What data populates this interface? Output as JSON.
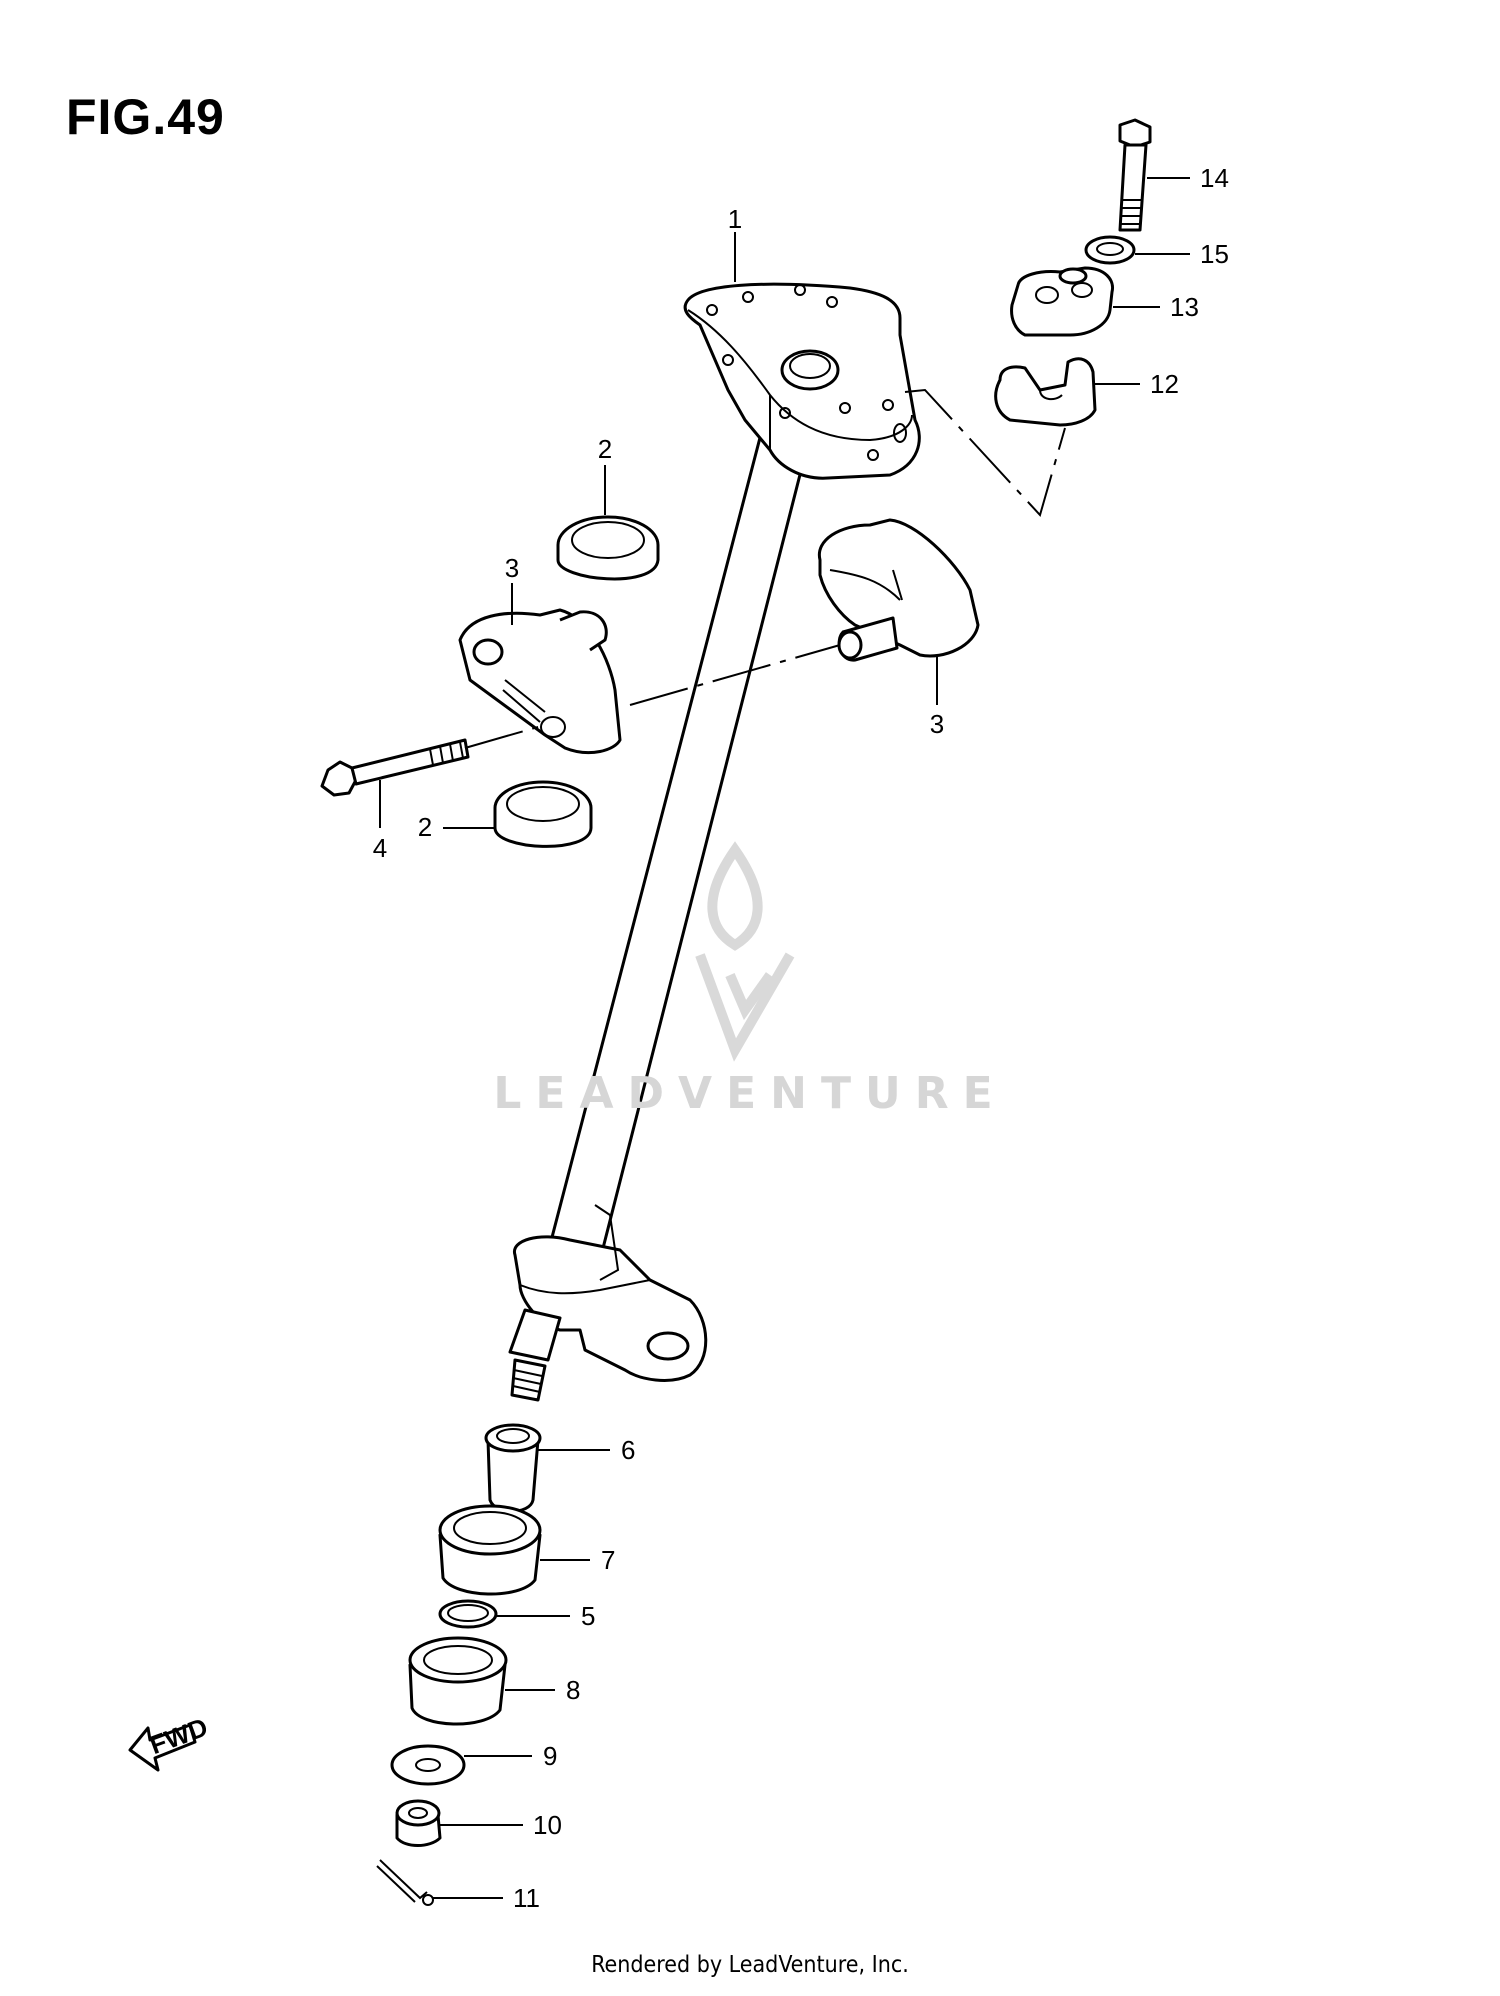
{
  "figure": {
    "title": "FIG.49"
  },
  "callouts": [
    "1",
    "2",
    "2",
    "3",
    "3",
    "4",
    "5",
    "6",
    "7",
    "8",
    "9",
    "10",
    "11",
    "12",
    "13",
    "14",
    "15"
  ],
  "fwd_label": "FWD",
  "watermark": {
    "text": "LEADVENTURE"
  },
  "footer": {
    "text": "Rendered by LeadVenture, Inc."
  }
}
